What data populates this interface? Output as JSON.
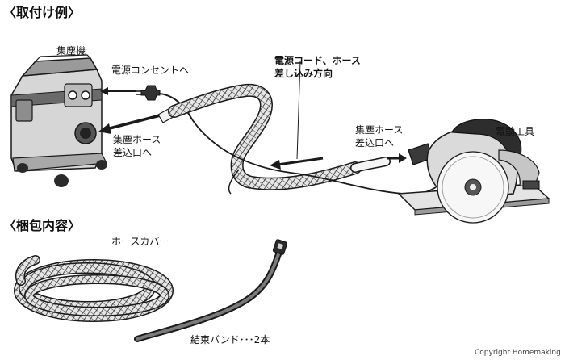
{
  "section_install": "〈取付け例〉",
  "section_contents": "〈梱包内容〉",
  "labels": {
    "dust_collector": "集塵機",
    "power_outlet": "電源コンセントへ",
    "direction_line1": "電源コード、ホース",
    "direction_line2": "差し込み方向",
    "collector_port_line1": "集塵ホース",
    "collector_port_line2": "差込口へ",
    "tool_port_line1": "集塵ホース",
    "tool_port_line2": "差込口へ",
    "power_tool": "電動工具",
    "hose_cover": "ホースカバー",
    "cable_tie": "結束バンド･･･2本"
  },
  "copyright": "Copyright  Homemaking",
  "colors": {
    "ink": "#1a1a1a",
    "mid_gray": "#8a8a8a",
    "light_gray": "#d4d4d4",
    "hose_mesh": "#5a5a5a"
  }
}
